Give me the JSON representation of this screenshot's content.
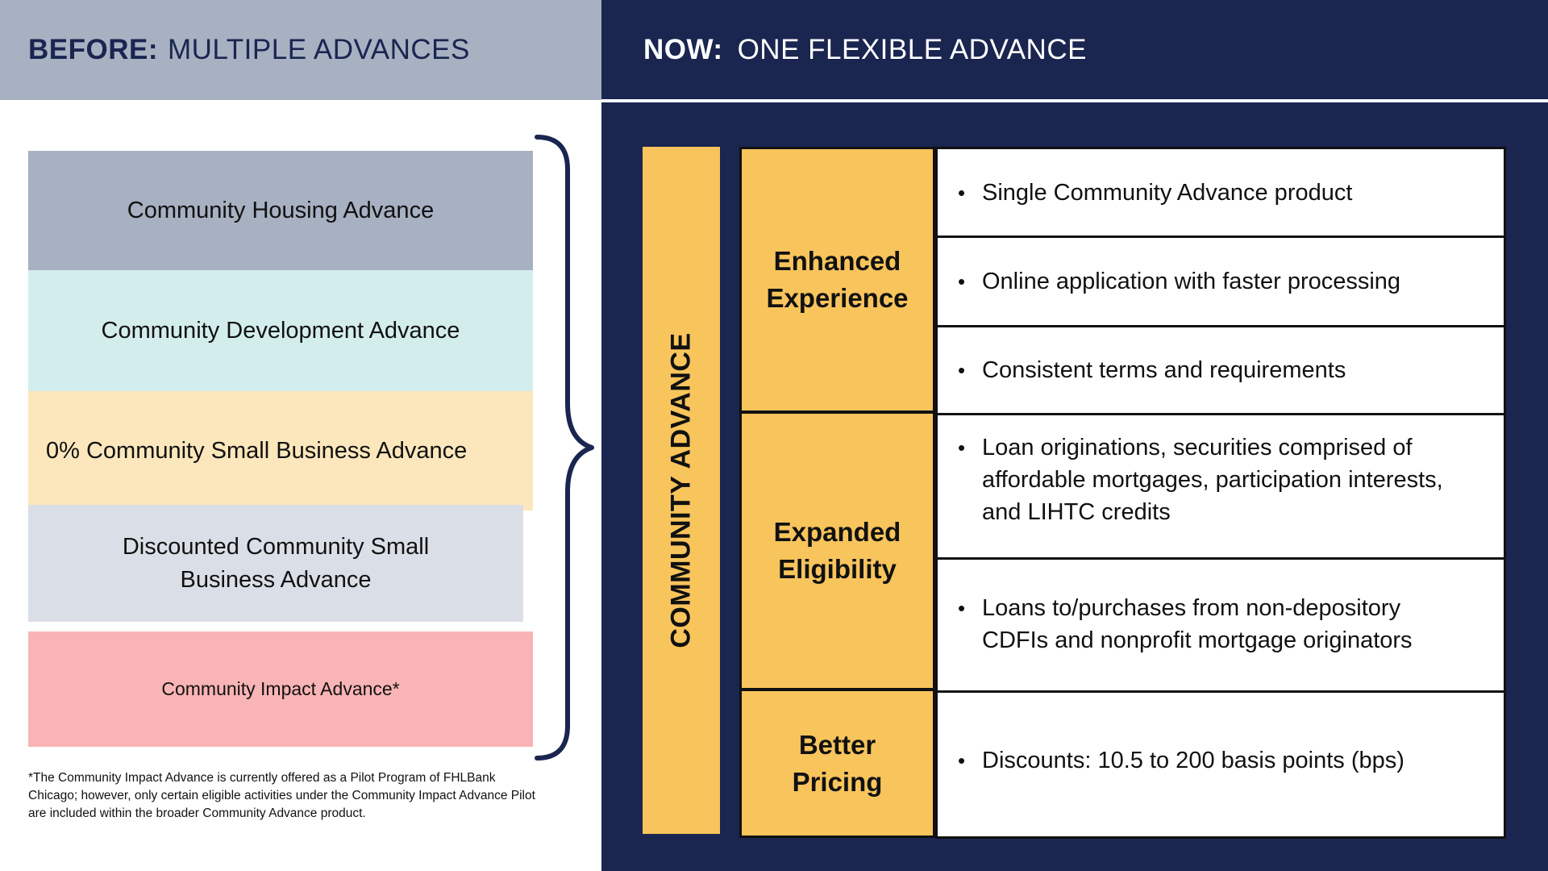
{
  "header_left": {
    "bold": "BEFORE:",
    "text": "MULTIPLE ADVANCES"
  },
  "header_right": {
    "bold": "NOW:",
    "text": "ONE FLEXIBLE ADVANCE"
  },
  "before": {
    "items": [
      {
        "label": "Community Housing Advance",
        "color": "#a7b1c2"
      },
      {
        "label": "Community Development Advance",
        "color": "#d3eded"
      },
      {
        "label": "0% Community Small Business Advance",
        "color": "#fce7bd"
      },
      {
        "label": "Discounted Community Small Business Advance",
        "color": "#dadfe7"
      },
      {
        "label": "Community Impact Advance*",
        "color": "#f9b4b5"
      }
    ],
    "footnote": "*The Community Impact Advance is currently offered as a Pilot Program of FHLBank Chicago; however, only certain eligible activities under the Community Impact Advance Pilot are included within the broader Community Advance product."
  },
  "now": {
    "vertical_label": "COMMUNITY ADVANCE",
    "categories": [
      {
        "label": "Enhanced Experience",
        "bullets": [
          "Single Community Advance product",
          "Online application with faster processing",
          "Consistent terms and requirements"
        ]
      },
      {
        "label": "Expanded Eligibility",
        "bullets": [
          "Loan originations, securities comprised of affordable mortgages, participation interests, and LIHTC credits",
          "Loans to/purchases from non-depository CDFIs and nonprofit mortgage originators"
        ]
      },
      {
        "label": "Better Pricing",
        "bullets": [
          "Discounts: 10.5 to 200 basis points (bps)"
        ]
      }
    ]
  },
  "colors": {
    "navy": "#1a2550",
    "gold": "#f8c45c",
    "slate": "#a7b1c2"
  }
}
